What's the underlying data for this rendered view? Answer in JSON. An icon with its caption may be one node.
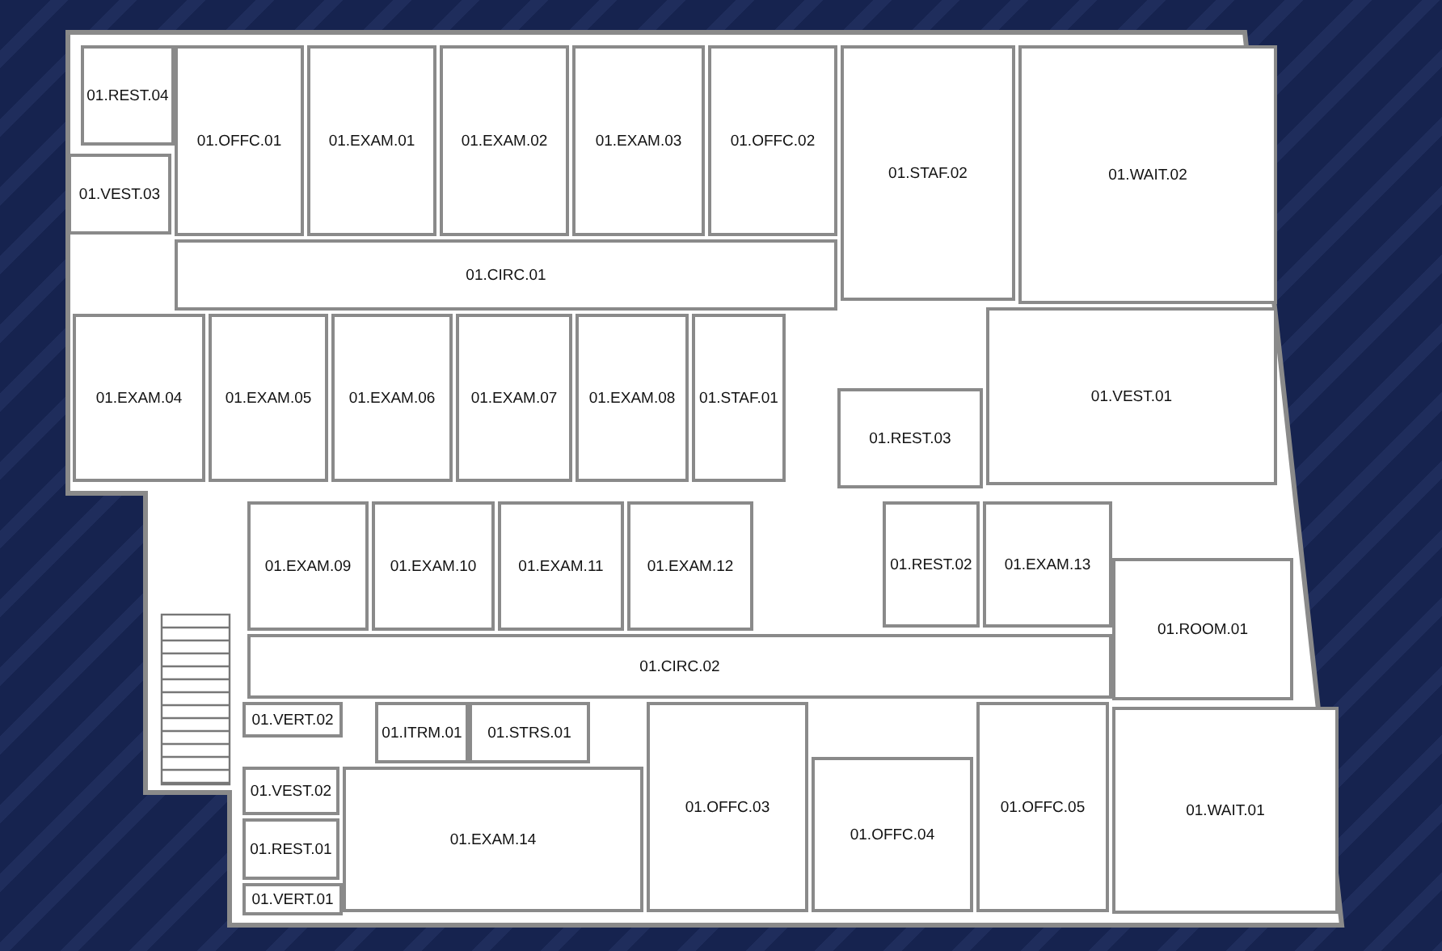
{
  "diagram": {
    "nodes": [
      {
        "text": [
          "01.REST.04"
        ]
      },
      {
        "text": [
          "01.OFFC.01"
        ]
      },
      {
        "text": [
          "01.EXAM.01"
        ]
      },
      {
        "text": [
          "01.EXAM.02"
        ]
      },
      {
        "text": [
          "01.EXAM.03"
        ]
      },
      {
        "text": [
          "01.OFFC.02"
        ]
      },
      {
        "text": [
          "01.STAF.02"
        ]
      },
      {
        "text": [
          "01.WAIT.02"
        ]
      },
      {
        "text": [
          "01.VEST.03"
        ]
      },
      {
        "text": [
          "01.CIRC.01"
        ]
      },
      {
        "text": [
          "01.EXAM.04"
        ]
      },
      {
        "text": [
          "01.EXAM.05"
        ]
      },
      {
        "text": [
          "01.EXAM.06"
        ]
      },
      {
        "text": [
          "01.EXAM.07"
        ]
      },
      {
        "text": [
          "01.EXAM.08"
        ]
      },
      {
        "text": [
          "01.STAF.01"
        ]
      },
      {
        "text": [
          "01.VEST.01"
        ]
      },
      {
        "text": [
          "01.REST.03"
        ]
      },
      {
        "text": [
          "01.REST.02"
        ]
      },
      {
        "text": [
          "01.EXAM.09"
        ]
      },
      {
        "text": [
          "01.EXAM.10"
        ]
      },
      {
        "text": [
          "01.EXAM.11"
        ]
      },
      {
        "text": [
          "01.EXAM.12"
        ]
      },
      {
        "text": [
          "01.EXAM.13"
        ]
      },
      {
        "text": [
          "01.ROOM.01"
        ]
      },
      {
        "text": [
          "01.CIRC.02"
        ]
      },
      {
        "text": [
          "01.VERT.02"
        ]
      },
      {
        "text": [
          "01.ITRM.01"
        ]
      },
      {
        "text": [
          "01.STRS.01"
        ]
      },
      {
        "text": [
          "01.VEST.02"
        ]
      },
      {
        "text": [
          "01.EXAM.14"
        ]
      },
      {
        "text": [
          "01.OFFC.03"
        ]
      },
      {
        "text": [
          "01.OFFC.04"
        ]
      },
      {
        "text": [
          "01.OFFC.05"
        ]
      },
      {
        "text": [
          "01.WAIT.01"
        ]
      },
      {
        "text": [
          "01.REST.01"
        ]
      },
      {
        "text": [
          "01.VERT.01"
        ]
      }
    ]
  }
}
